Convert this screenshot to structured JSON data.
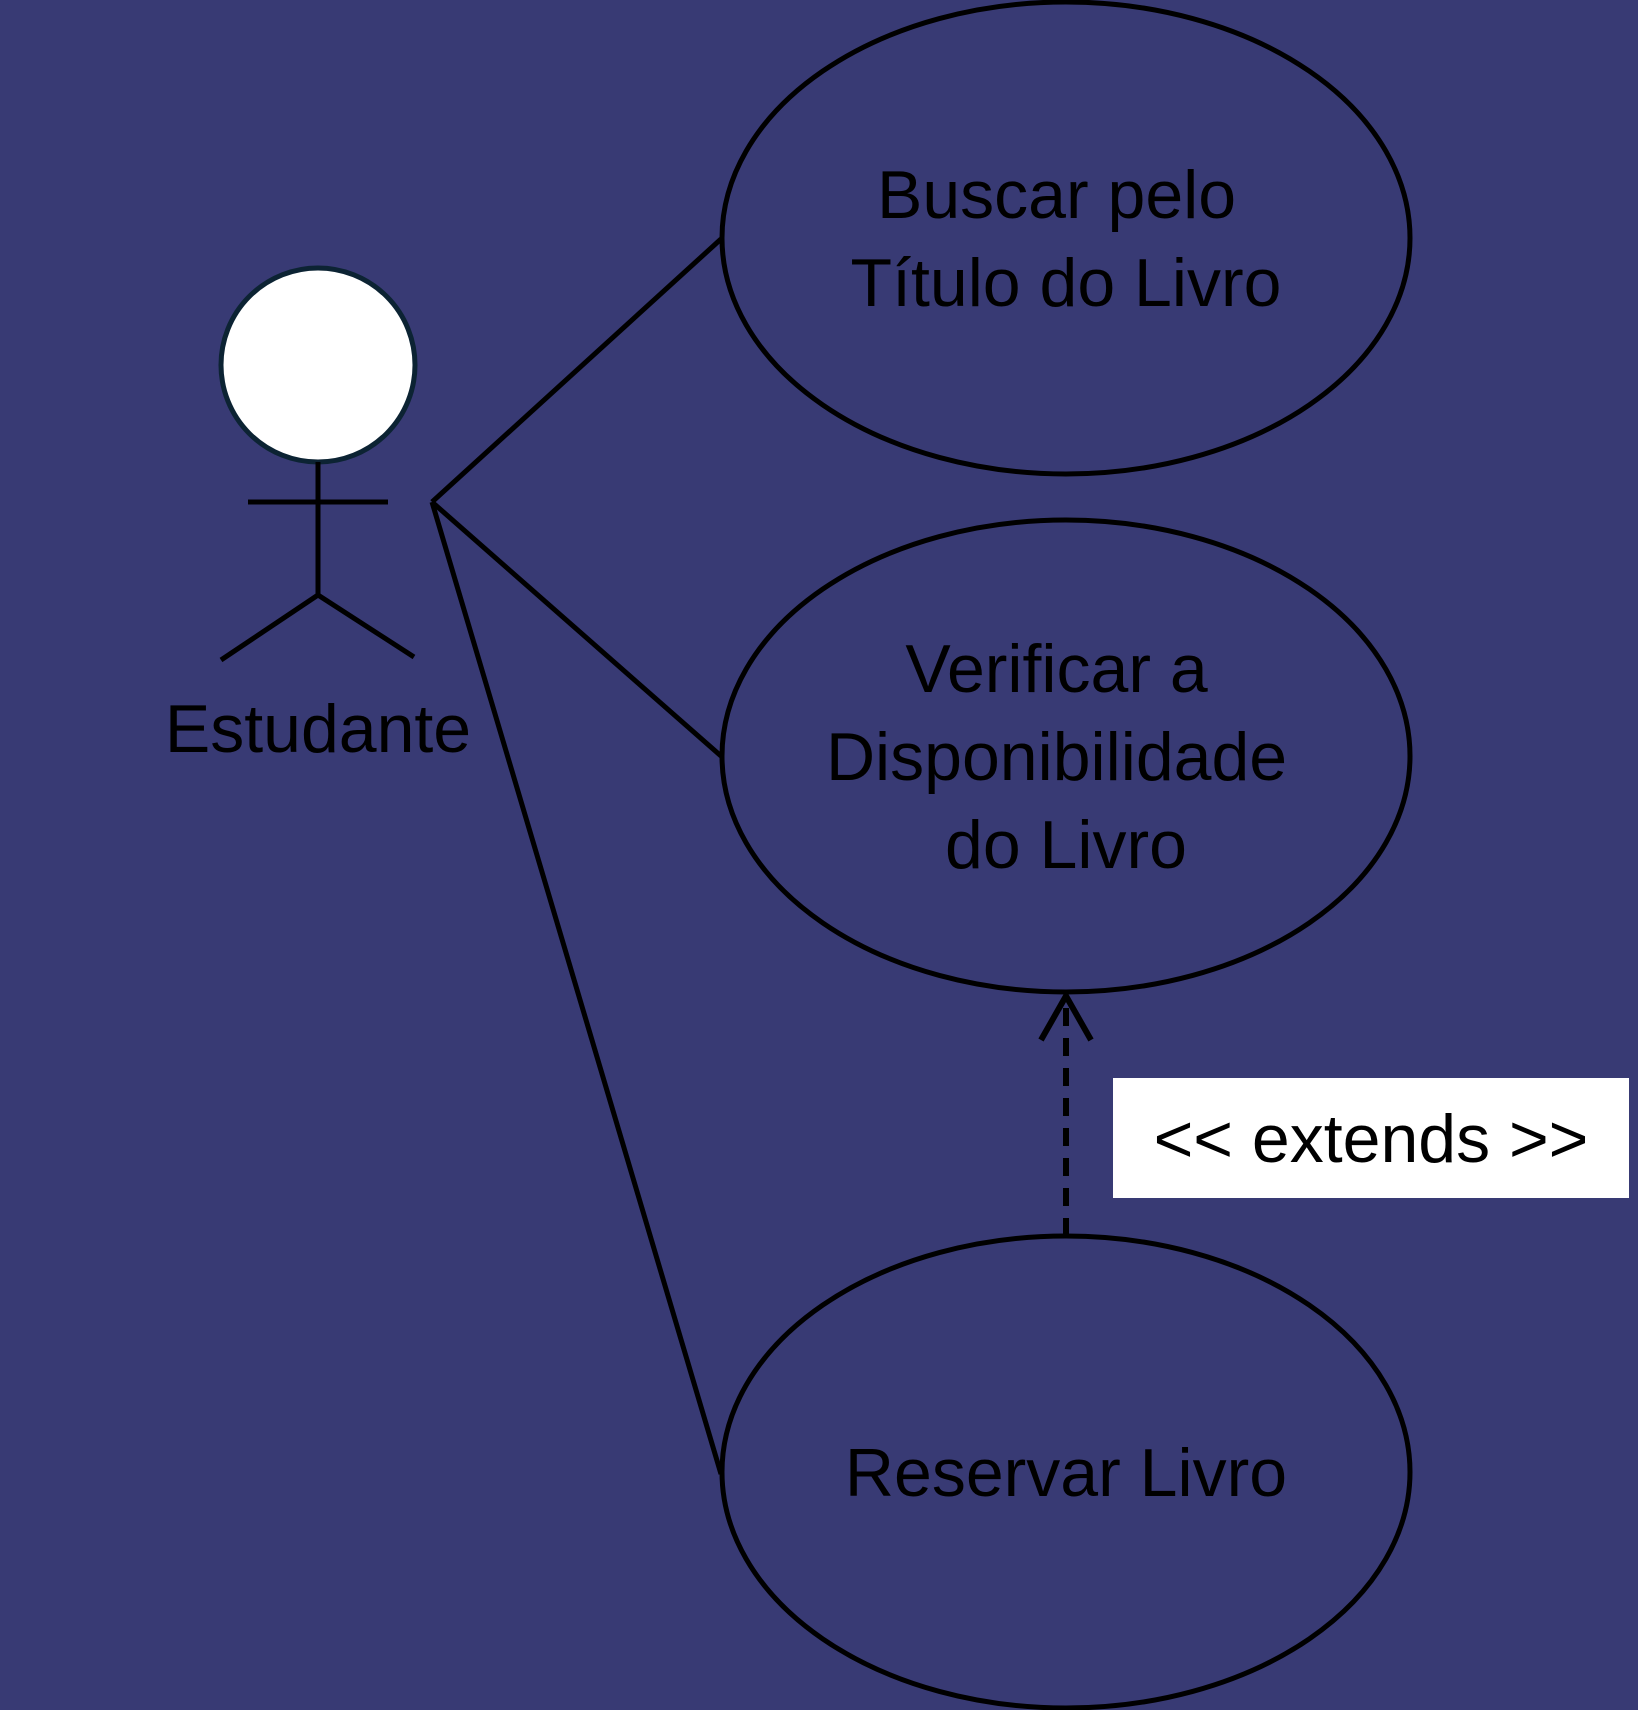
{
  "colors": {
    "background": "#383a74",
    "stroke": "#000000",
    "actor_head_fill": "#ffffff",
    "note_fill": "#ffffff"
  },
  "actor": {
    "name": "Estudante",
    "icon": "stick-figure-icon"
  },
  "use_cases": [
    {
      "id": "buscar",
      "lines": [
        "Buscar pelo",
        "Título do Livro"
      ]
    },
    {
      "id": "verificar",
      "lines": [
        "Verificar a",
        "Disponibilidade",
        "do Livro"
      ]
    },
    {
      "id": "reservar",
      "lines": [
        "Reservar Livro"
      ]
    }
  ],
  "relationships": [
    {
      "from": "Estudante",
      "to": "buscar",
      "type": "association"
    },
    {
      "from": "Estudante",
      "to": "verificar",
      "type": "association"
    },
    {
      "from": "Estudante",
      "to": "reservar",
      "type": "association"
    },
    {
      "from": "reservar",
      "to": "verificar",
      "type": "extends",
      "label": "<< extends >>"
    }
  ]
}
